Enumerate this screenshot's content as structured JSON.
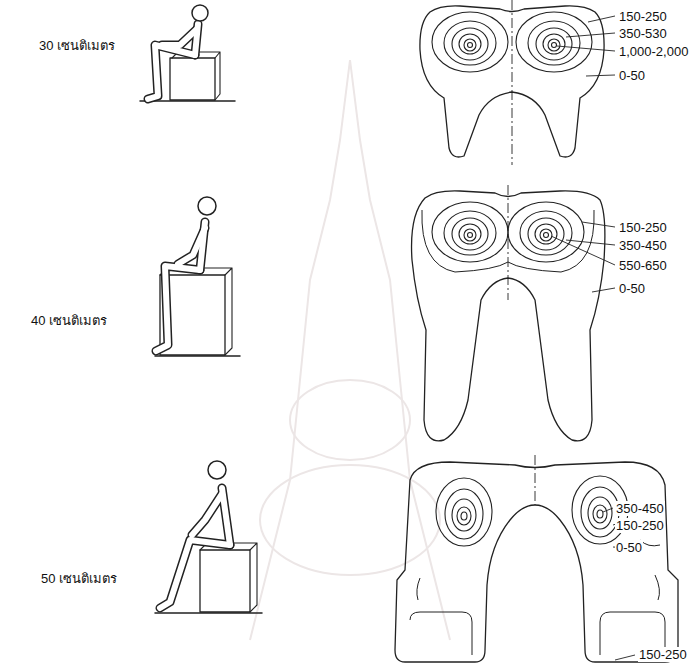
{
  "diagram": {
    "labels": [
      "30 เซนติเมตร",
      "150-250",
      "350-530",
      "1,000-2,000",
      "0-50",
      "40 เซนติเมตร",
      "150-250",
      "350-450",
      "550-650",
      "0-50",
      "50 เซนติเมตร",
      "350-450",
      "150-250",
      "0-50",
      "150-250"
    ]
  }
}
